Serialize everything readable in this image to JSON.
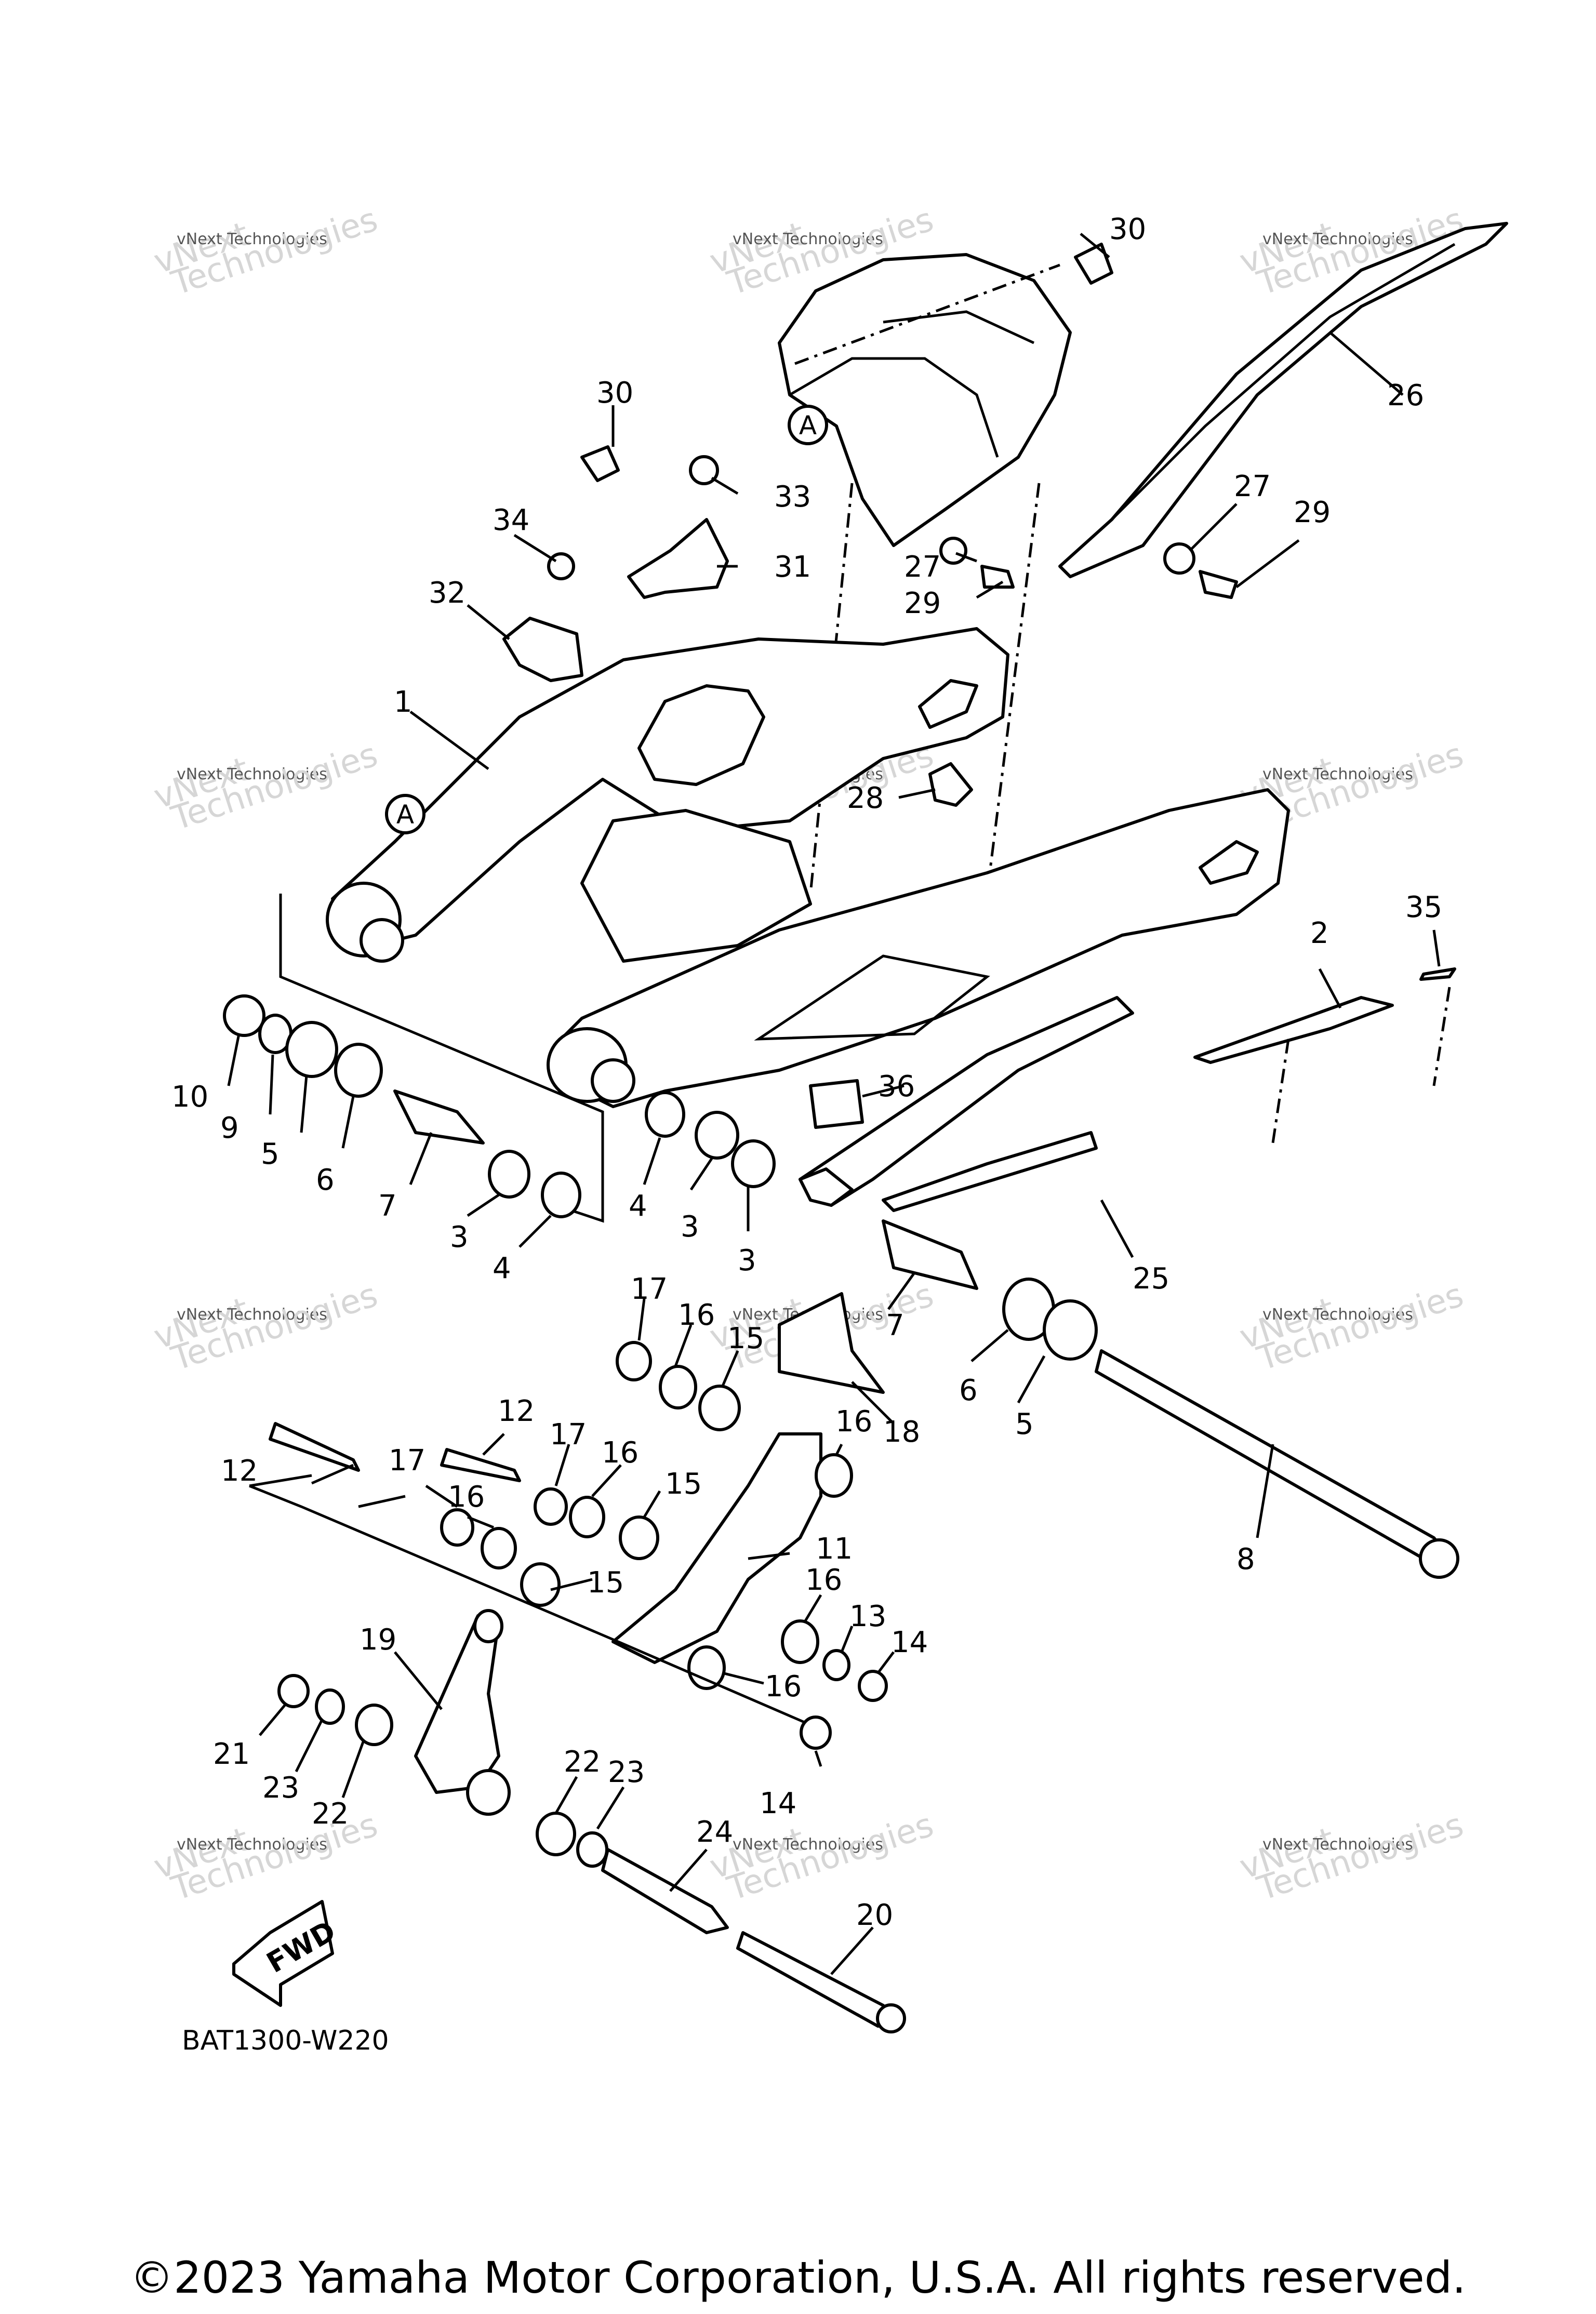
{
  "diagram": {
    "code": "BAT1300-W220",
    "fwd_label": "FWD",
    "reference_mark": "A",
    "watermark_line1": "vNext",
    "watermark_line2": "vNext Technologies",
    "watermark_line3": "Technologies"
  },
  "callouts": {
    "c1": "1",
    "c2": "2",
    "c3": "3",
    "c4": "4",
    "c5": "5",
    "c6": "6",
    "c7": "7",
    "c8": "8",
    "c9": "9",
    "c10": "10",
    "c11": "11",
    "c12": "12",
    "c13": "13",
    "c14": "14",
    "c15": "15",
    "c16": "16",
    "c17": "17",
    "c18": "18",
    "c19": "19",
    "c20": "20",
    "c21": "21",
    "c22": "22",
    "c23": "23",
    "c24": "24",
    "c25": "25",
    "c26": "26",
    "c27": "27",
    "c28": "28",
    "c29": "29",
    "c30": "30",
    "c31": "31",
    "c32": "32",
    "c33": "33",
    "c34": "34",
    "c35": "35",
    "c36": "36"
  },
  "footer": {
    "copyright": "©2023 Yamaha Motor Corporation, U.S.A. All rights reserved."
  }
}
